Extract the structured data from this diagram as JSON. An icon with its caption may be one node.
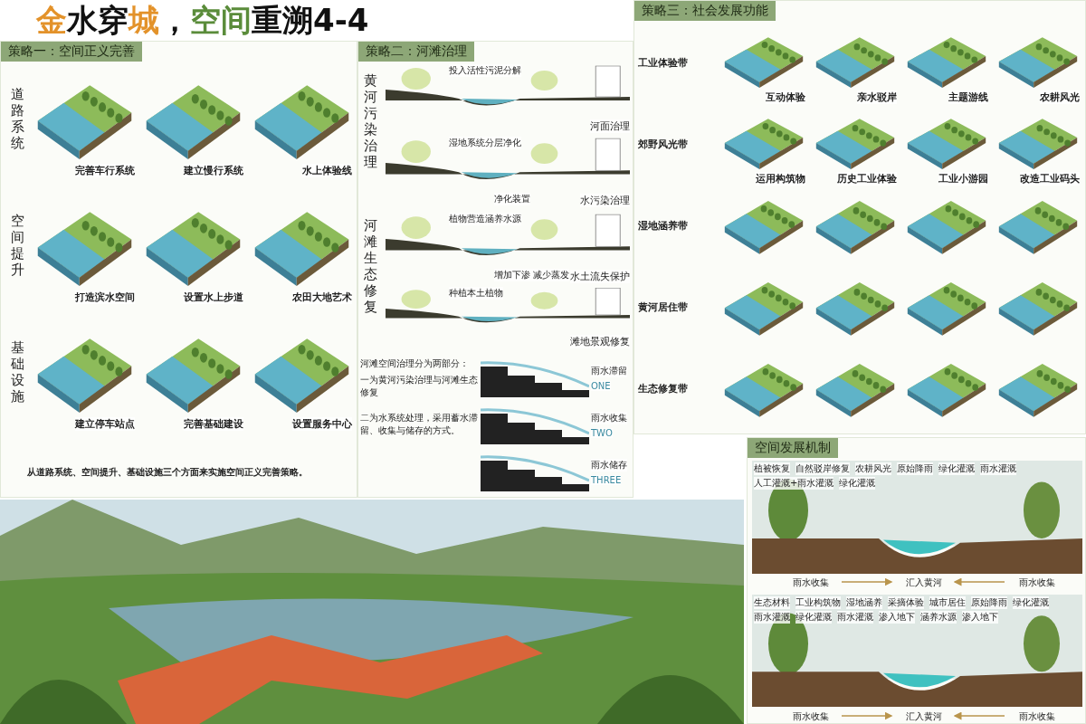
{
  "diagram": {
    "title": "金水穿城，空间重溯4-4",
    "nodes": [
      {
        "text": [
          "策略一：空间正义完善"
        ]
      },
      {
        "text": [
          "完善车行系统"
        ],
        "in": 0
      },
      {
        "text": [
          "建立慢行系统"
        ],
        "in": 0
      },
      {
        "text": [
          "水上体验线"
        ],
        "in": 0
      },
      {
        "text": [
          "打造滨水空间"
        ],
        "in": 0
      },
      {
        "text": [
          "设置水上步道"
        ],
        "in": 0
      },
      {
        "text": [
          "农田大地艺术"
        ],
        "in": 0
      },
      {
        "text": [
          "建立停车站点"
        ],
        "in": 0
      },
      {
        "text": [
          "完善基础建设"
        ],
        "in": 0
      },
      {
        "text": [
          "设置服务中心"
        ],
        "in": 0
      },
      {
        "text": [
          "策略二：河滩治理"
        ]
      },
      {
        "text": [
          "投入活性污泥分解",
          "河面治理"
        ],
        "in": 10
      },
      {
        "text": [
          "湿地系统分层净化",
          "净化装置",
          "水污染治理"
        ],
        "in": 10
      },
      {
        "text": [
          "植物营造涵养水源",
          "增加下渗 减少蒸发",
          "水土流失保护"
        ],
        "in": 10
      },
      {
        "text": [
          "种植本土植物",
          "滩地景观修复"
        ],
        "in": 10
      },
      {
        "text": [
          "雨水滞留",
          "ONE"
        ],
        "in": 10
      },
      {
        "text": [
          "雨水收集",
          "TWO"
        ],
        "in": 10
      },
      {
        "text": [
          "雨水储存",
          "THREE"
        ],
        "in": 10
      },
      {
        "text": [
          "策略三：社会发展功能"
        ]
      },
      {
        "text": [
          "互动体验"
        ],
        "in": 18
      },
      {
        "text": [
          "亲水驳岸"
        ],
        "in": 18
      },
      {
        "text": [
          "主题游线"
        ],
        "in": 18
      },
      {
        "text": [
          "农耕风光"
        ],
        "in": 18
      },
      {
        "text": [
          "运用构筑物"
        ],
        "in": 18
      },
      {
        "text": [
          "历史工业体验"
        ],
        "in": 18
      },
      {
        "text": [
          "工业小游园"
        ],
        "in": 18
      },
      {
        "text": [
          "改造工业码头"
        ],
        "in": 18
      },
      {
        "text": [],
        "shape": "picture",
        "in": 18
      },
      {
        "text": [],
        "shape": "picture",
        "in": 18
      },
      {
        "text": [],
        "shape": "picture",
        "in": 18
      },
      {
        "text": [],
        "shape": "picture",
        "in": 18
      },
      {
        "text": [],
        "shape": "picture",
        "in": 18
      },
      {
        "text": [],
        "shape": "picture",
        "in": 18
      },
      {
        "text": [],
        "shape": "picture",
        "in": 18
      },
      {
        "text": [],
        "shape": "picture",
        "in": 18
      },
      {
        "text": [],
        "shape": "picture",
        "in": 18
      },
      {
        "text": [],
        "shape": "picture",
        "in": 18
      },
      {
        "text": [],
        "shape": "picture",
        "in": 18
      },
      {
        "text": [],
        "shape": "picture",
        "in": 18
      },
      {
        "text": [
          "空间发展机制"
        ]
      },
      {
        "text": [
          "植被恢复",
          "自然驳岸修复",
          "农耕风光",
          "原始降雨",
          "绿化灌溉",
          "雨水灌溉",
          "人工灌溉+雨水灌溉",
          "绿化灌溉"
        ],
        "in": 39
      },
      {
        "text": [
          "雨水收集"
        ],
        "in": 39
      },
      {
        "text": [
          "汇入黄河"
        ],
        "in": 39
      },
      {
        "text": [
          "雨水收集"
        ],
        "in": 39
      },
      {
        "text": [
          "生态材料",
          "工业构筑物",
          "湿地涵养",
          "采摘体验",
          "城市居住",
          "原始降雨",
          "绿化灌溉",
          "雨水灌溉",
          "绿化灌溉",
          "雨水灌溉",
          "渗入地下",
          "涵养水源",
          "渗入地下"
        ],
        "in": 39
      },
      {
        "text": [
          "雨水收集"
        ],
        "in": 39
      },
      {
        "text": [
          "汇入黄河"
        ],
        "in": 39
      },
      {
        "text": [
          "雨水收集"
        ],
        "in": 39
      },
      {
        "text": [],
        "shape": "picture"
      }
    ],
    "edges": [
      {
        "from": 41,
        "to": 42,
        "arrow": "to"
      },
      {
        "from": 43,
        "to": 42,
        "arrow": "to"
      },
      {
        "from": 45,
        "to": 46,
        "arrow": "to"
      },
      {
        "from": 47,
        "to": 46,
        "arrow": "to"
      }
    ],
    "labels": [
      "道路系统",
      "空间提升",
      "基础设施",
      "从道路系统、空间提升、基础设施三个方面来实施空间正义完善策略。",
      "黄河污染治理",
      "河滩生态修复",
      "河滩空间治理分为两部分：",
      "一为黄河污染治理与河滩生态修复",
      "二为水系统处理，采用蓄水滞留、收集与储存的方式。",
      "工业体验带",
      "郊野风光带",
      "湿地涵养带",
      "黄河居住带",
      "生态修复带"
    ]
  }
}
